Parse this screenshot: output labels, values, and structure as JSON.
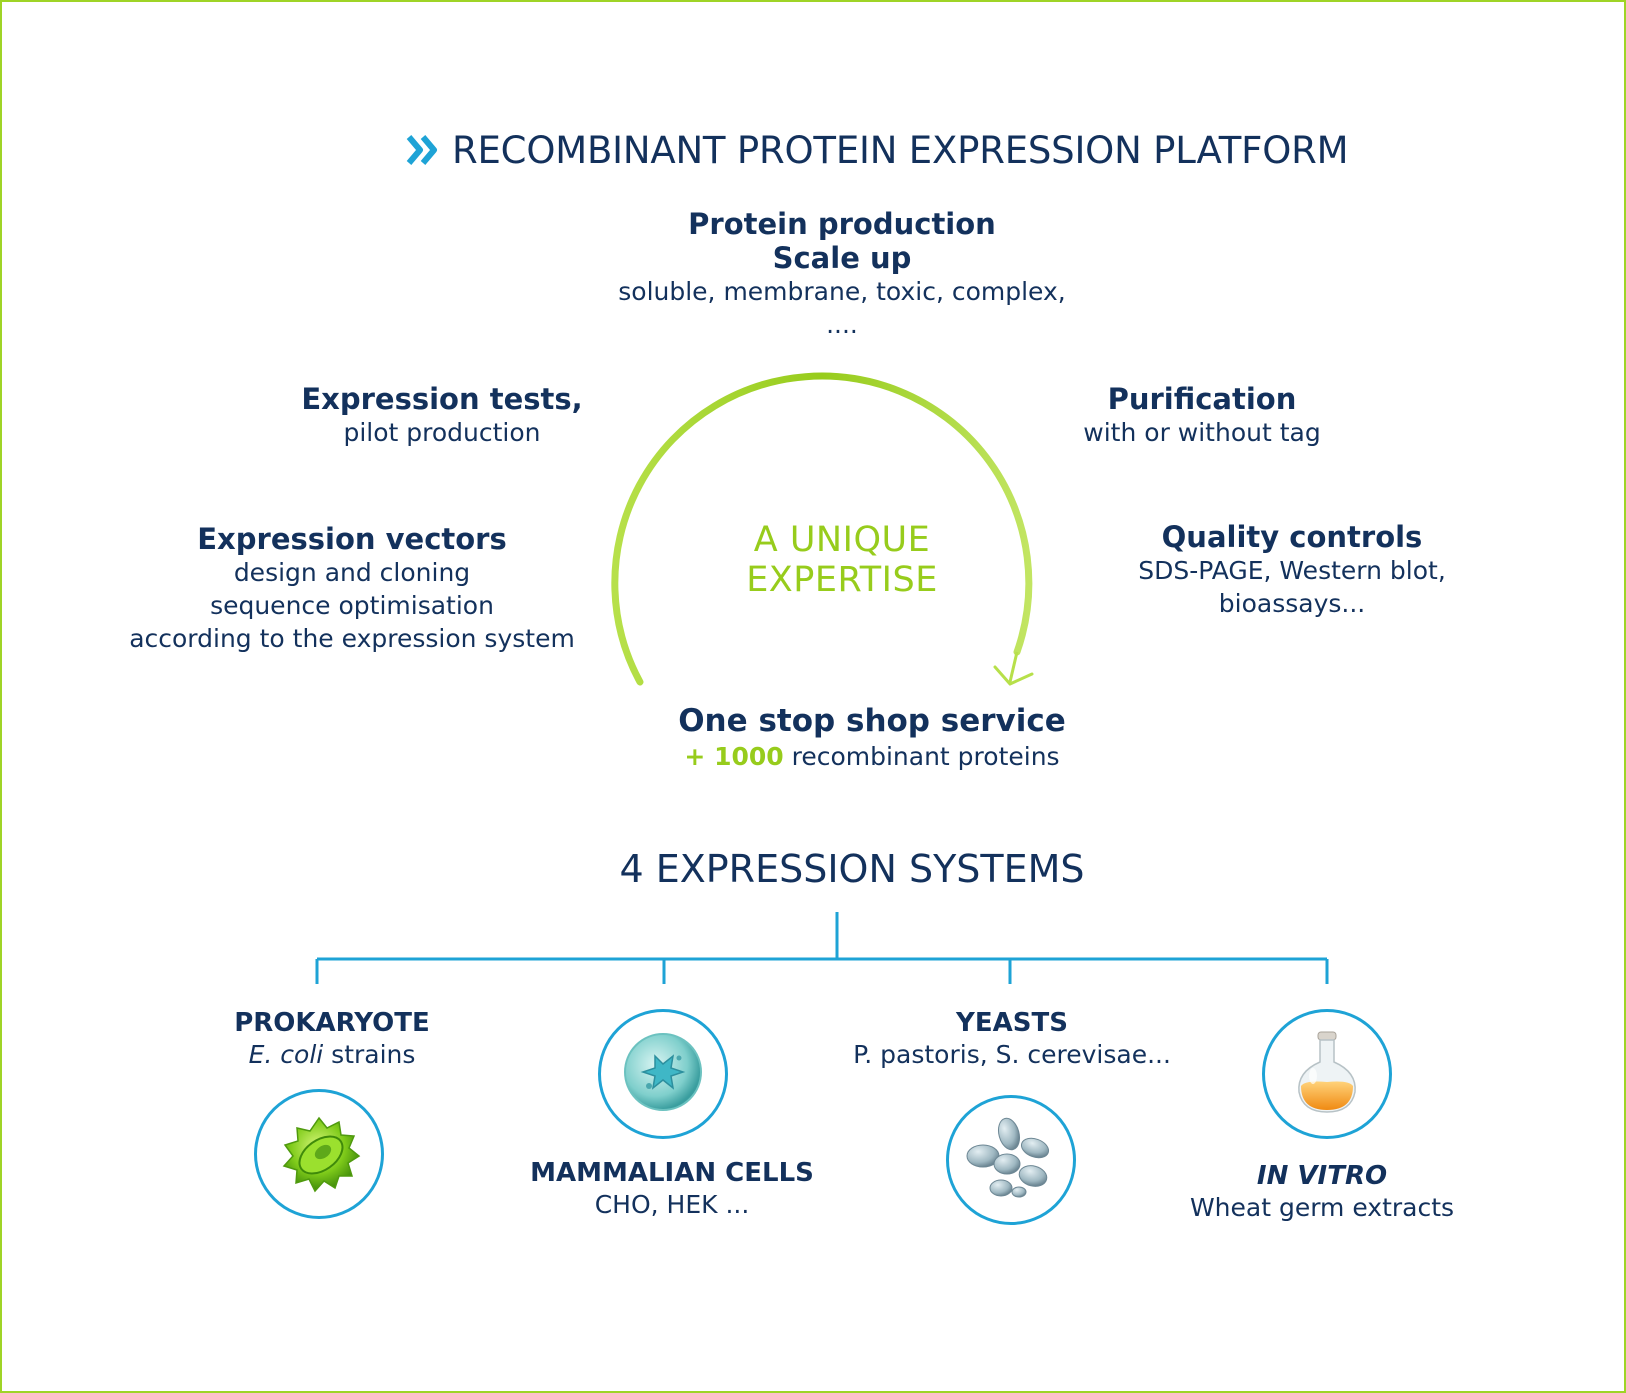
{
  "header": {
    "title": "RECOMBINANT PROTEIN EXPRESSION PLATFORM",
    "accent_color": "#1ea3d6",
    "icon": "double-chevron-right-icon"
  },
  "cycle": {
    "center_label_line1": "A UNIQUE",
    "center_label_line2": "EXPERTISE",
    "arc_color": "#97cc1c",
    "protein_production": {
      "title_line1": "Protein production",
      "title_line2": "Scale up",
      "text_line1": "soluble, membrane, toxic, complex,",
      "text_line2": "...."
    },
    "expression_tests": {
      "title": "Expression tests,",
      "text": "pilot production"
    },
    "purification": {
      "title": "Purification",
      "text": "with or without tag"
    },
    "expression_vectors": {
      "title": "Expression vectors",
      "text_line1": "design and cloning",
      "text_line2": "sequence optimisation",
      "text_line3": "according to the expression system"
    },
    "quality_controls": {
      "title": "Quality controls",
      "text_line1": "SDS-PAGE, Western blot,",
      "text_line2": "bioassays..."
    },
    "one_stop_shop": {
      "title": "One stop shop service",
      "highlight": "+ 1000",
      "text": "recombinant proteins"
    }
  },
  "systems": {
    "title": "4 EXPRESSION SYSTEMS",
    "tree_color": "#1ea3d6",
    "prokaryote": {
      "name": "PROKARYOTE",
      "desc_italic": "E. coli",
      "desc_rest": " strains",
      "icon": "bacterium-icon"
    },
    "mammalian": {
      "name": "MAMMALIAN CELLS",
      "desc": "CHO, HEK ...",
      "icon": "mammalian-cell-icon"
    },
    "yeasts": {
      "name": "YEASTS",
      "desc": "P. pastoris, S. cerevisae...",
      "icon": "yeast-cells-icon"
    },
    "in_vitro": {
      "name": "IN VITRO",
      "desc": "Wheat germ extracts",
      "icon": "flask-icon"
    }
  },
  "colors": {
    "navy": "#13315c",
    "green": "#97cc1c",
    "blue": "#1ea3d6"
  }
}
